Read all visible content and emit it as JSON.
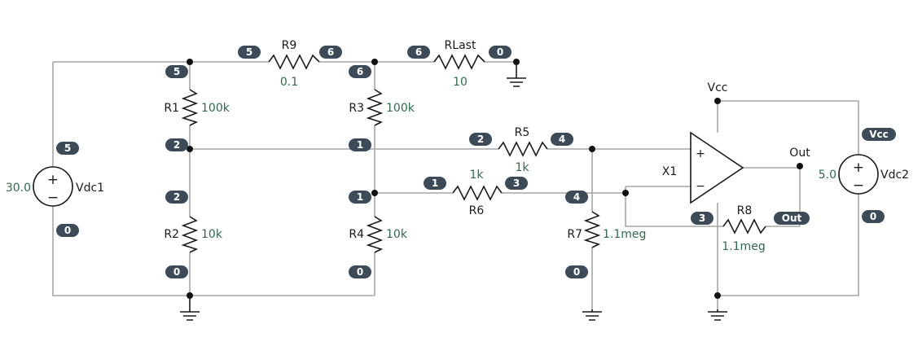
{
  "components": {
    "vdc1": {
      "name": "Vdc1",
      "value": "30.0"
    },
    "vdc2": {
      "name": "Vdc2",
      "value": "5.0"
    },
    "r1": {
      "name": "R1",
      "value": "100k"
    },
    "r2": {
      "name": "R2",
      "value": "10k"
    },
    "r3": {
      "name": "R3",
      "value": "100k"
    },
    "r4": {
      "name": "R4",
      "value": "10k"
    },
    "r5": {
      "name": "R5",
      "value": "1k"
    },
    "r6": {
      "name": "R6",
      "value": "1k"
    },
    "r7": {
      "name": "R7",
      "value": "1.1meg"
    },
    "r8": {
      "name": "R8",
      "value": "1.1meg"
    },
    "r9": {
      "name": "R9",
      "value": "0.1"
    },
    "rlast": {
      "name": "RLast",
      "value": "10"
    },
    "x1": {
      "name": "X1"
    }
  },
  "net_labels": {
    "vcc": "Vcc",
    "out": "Out"
  },
  "node_badges": {
    "n5": "5",
    "n6": "6",
    "n0": "0",
    "n2": "2",
    "n1": "1",
    "n4": "4",
    "n3": "3",
    "vcc": "Vcc",
    "out": "Out"
  },
  "opamp": {
    "plus": "+",
    "minus": "−"
  },
  "source_symbols": {
    "plus": "+",
    "minus": "−"
  }
}
